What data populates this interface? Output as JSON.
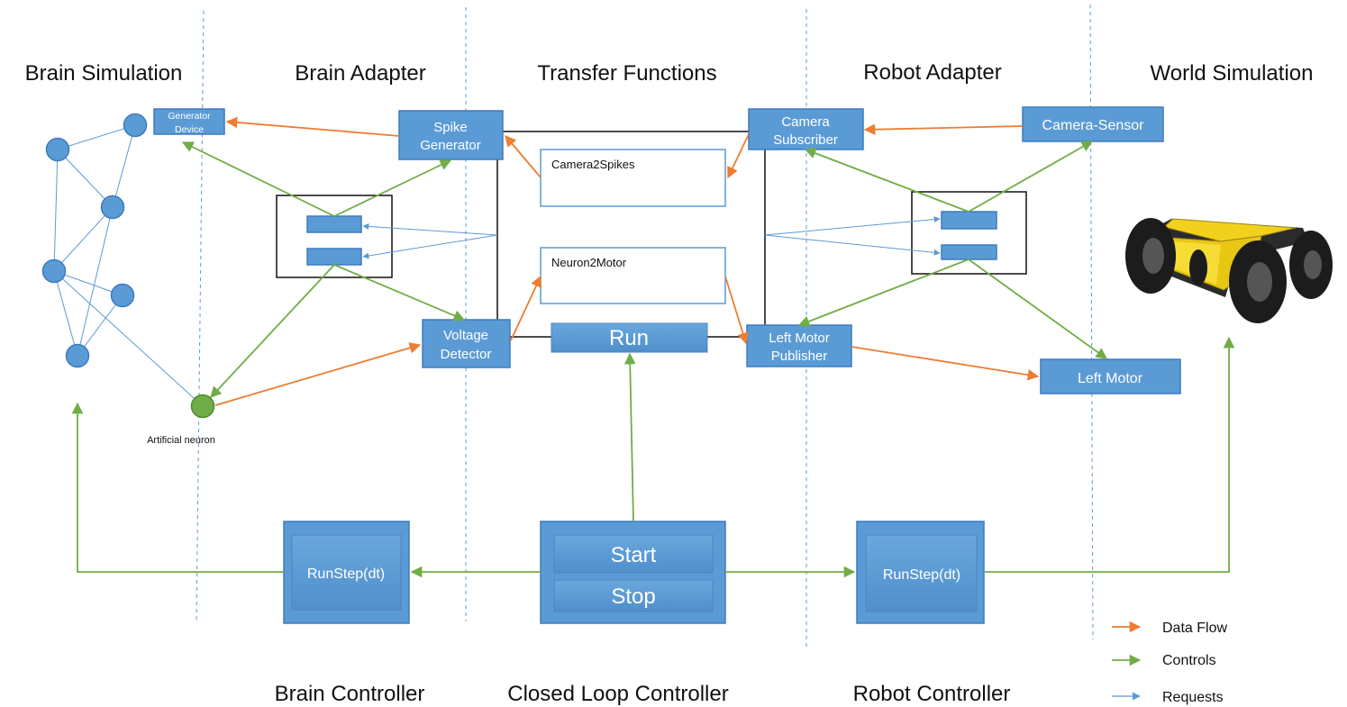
{
  "sections": {
    "brain_simulation": "Brain Simulation",
    "brain_adapter": "Brain Adapter",
    "transfer_functions": "Transfer Functions",
    "robot_adapter": "Robot Adapter",
    "world_simulation": "World Simulation",
    "brain_controller": "Brain Controller",
    "closed_loop_controller": "Closed Loop Controller",
    "robot_controller": "Robot Controller"
  },
  "boxes": {
    "generator_device": [
      "Generator",
      "Device"
    ],
    "spike_generator": [
      "Spike",
      "Generator"
    ],
    "voltage_detector": [
      "Voltage",
      "Detector"
    ],
    "camera_subscriber": [
      "Camera",
      "Subscriber"
    ],
    "left_motor_publisher": [
      "Left Motor",
      "Publisher"
    ],
    "camera_sensor": "Camera-Sensor",
    "left_motor": "Left Motor",
    "camera2spikes": "Camera2Spikes",
    "neuron2motor": "Neuron2Motor",
    "run": "Run",
    "start": "Start",
    "stop": "Stop",
    "brain_runstep": "RunStep(dt)",
    "robot_runstep": "RunStep(dt)"
  },
  "artificial_neuron_label": "Artificial neuron",
  "legend": {
    "data_flow": "Data Flow",
    "controls": "Controls",
    "requests": "Requests"
  },
  "colors": {
    "box_blue": "#5b9bd5",
    "box_border": "#3e7bbf",
    "data_flow": "#ed7d31",
    "controls": "#70ad47",
    "requests": "#5b9bd5",
    "neuron_green": "#70ad47",
    "robot_yellow": "#f2d01e"
  },
  "icons": {
    "robot": "yellow-wheeled-robot-image"
  }
}
